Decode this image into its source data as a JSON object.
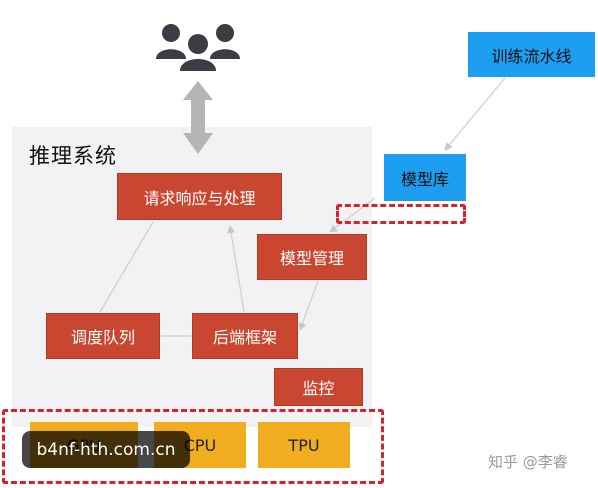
{
  "diagram": {
    "title": "推理系统",
    "nodes": {
      "training_pipeline": "训练流水线",
      "model_repo": "模型库",
      "request_handling": "请求响应与处理",
      "model_management": "模型管理",
      "scheduling_queue": "调度队列",
      "backend_framework": "后端框架",
      "monitoring": "监控"
    },
    "hardware": [
      "GPU",
      "CPU",
      "TPU"
    ]
  },
  "overlays": {
    "watermark": "b4nf-hth.com.cn",
    "credit": "知乎 @李睿"
  },
  "colors": {
    "node_red": "#c94630",
    "node_blue": "#1e9ef1",
    "hardware_gold": "#f0ad20",
    "highlight_dashed": "#d8202f",
    "users_icon": "#3a3d44",
    "arrow_gray": "#b5b5b5"
  },
  "icons": [
    "users-icon",
    "bidirectional-arrow"
  ]
}
